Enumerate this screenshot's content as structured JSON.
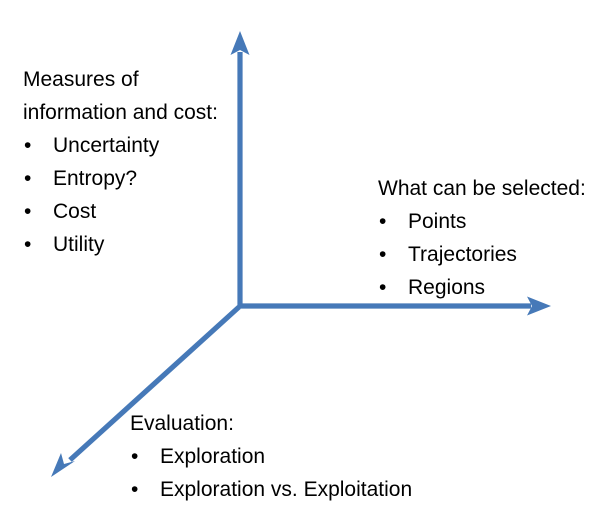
{
  "diagram": {
    "title": "Three-axis concept diagram",
    "background_color": "#ffffff",
    "axis_color": "#4679b8",
    "text_color": "#000000",
    "axes": [
      {
        "name": "vertical-axis",
        "direction": "up",
        "label_ref": "measures"
      },
      {
        "name": "horizontal-axis",
        "direction": "right",
        "label_ref": "selected"
      },
      {
        "name": "diagonal-axis",
        "direction": "down-left",
        "label_ref": "evaluation"
      }
    ]
  },
  "blocks": {
    "measures": {
      "heading_line_1": "Measures of",
      "heading_line_2": "information and cost:",
      "bullet_glyph": "•",
      "items": [
        "Uncertainty",
        "Entropy?",
        "Cost",
        "Utility"
      ]
    },
    "selected": {
      "heading": "What can be selected:",
      "bullet_glyph": "•",
      "items": [
        "Points",
        "Trajectories",
        "Regions"
      ]
    },
    "evaluation": {
      "heading": "Evaluation:",
      "bullet_glyph": "•",
      "items": [
        "Exploration",
        "Exploration vs. Exploitation"
      ]
    }
  }
}
